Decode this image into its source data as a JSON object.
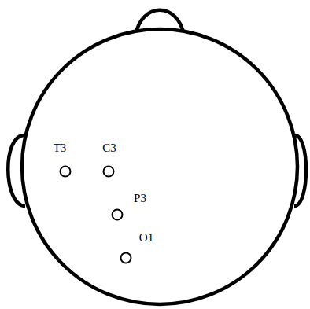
{
  "diagram": {
    "labels": [
      "T3",
      "C3",
      "P3",
      "O1"
    ]
  }
}
